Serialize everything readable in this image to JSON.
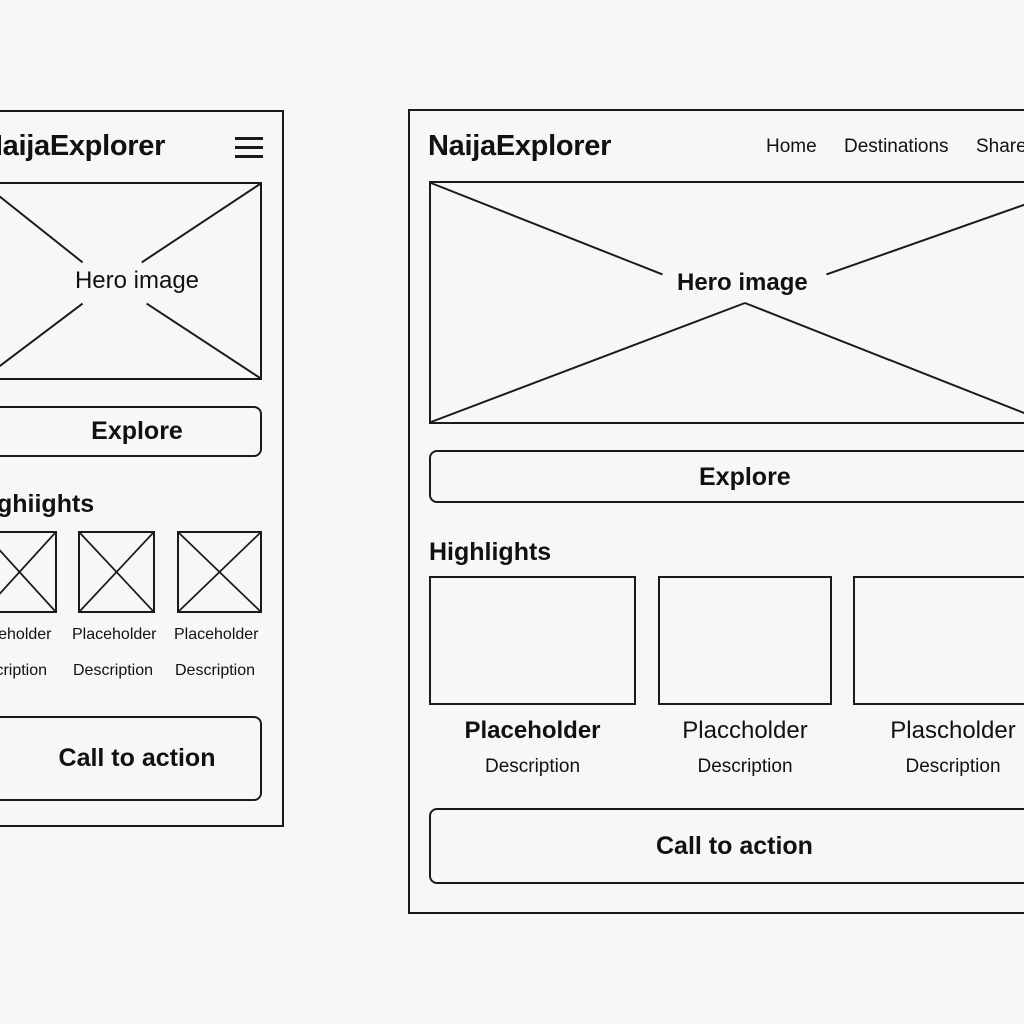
{
  "mobile": {
    "logo": "NaijaExplorer",
    "menu_icon": "hamburger-menu-icon",
    "hero_label": "Hero image",
    "explore_label": "Explore",
    "highlights_heading": "Highiights",
    "cards": [
      {
        "title": "Placeholder",
        "description": "Description"
      },
      {
        "title": "Placeholder",
        "description": "Description"
      },
      {
        "title": "Placeholder",
        "description": "Description"
      }
    ],
    "cta_label": "Call to action"
  },
  "desktop": {
    "logo": "NaijaExplorer",
    "nav": [
      "Home",
      "Destinations",
      "Share"
    ],
    "hero_label": "Hero image",
    "explore_label": "Explore",
    "highlights_heading": "Highlights",
    "cards": [
      {
        "title": "Placeholder",
        "description": "Description"
      },
      {
        "title": "Placcholder",
        "description": "Description"
      },
      {
        "title": "Plascholder",
        "description": "Description"
      }
    ],
    "cta_label": "Call to action"
  }
}
